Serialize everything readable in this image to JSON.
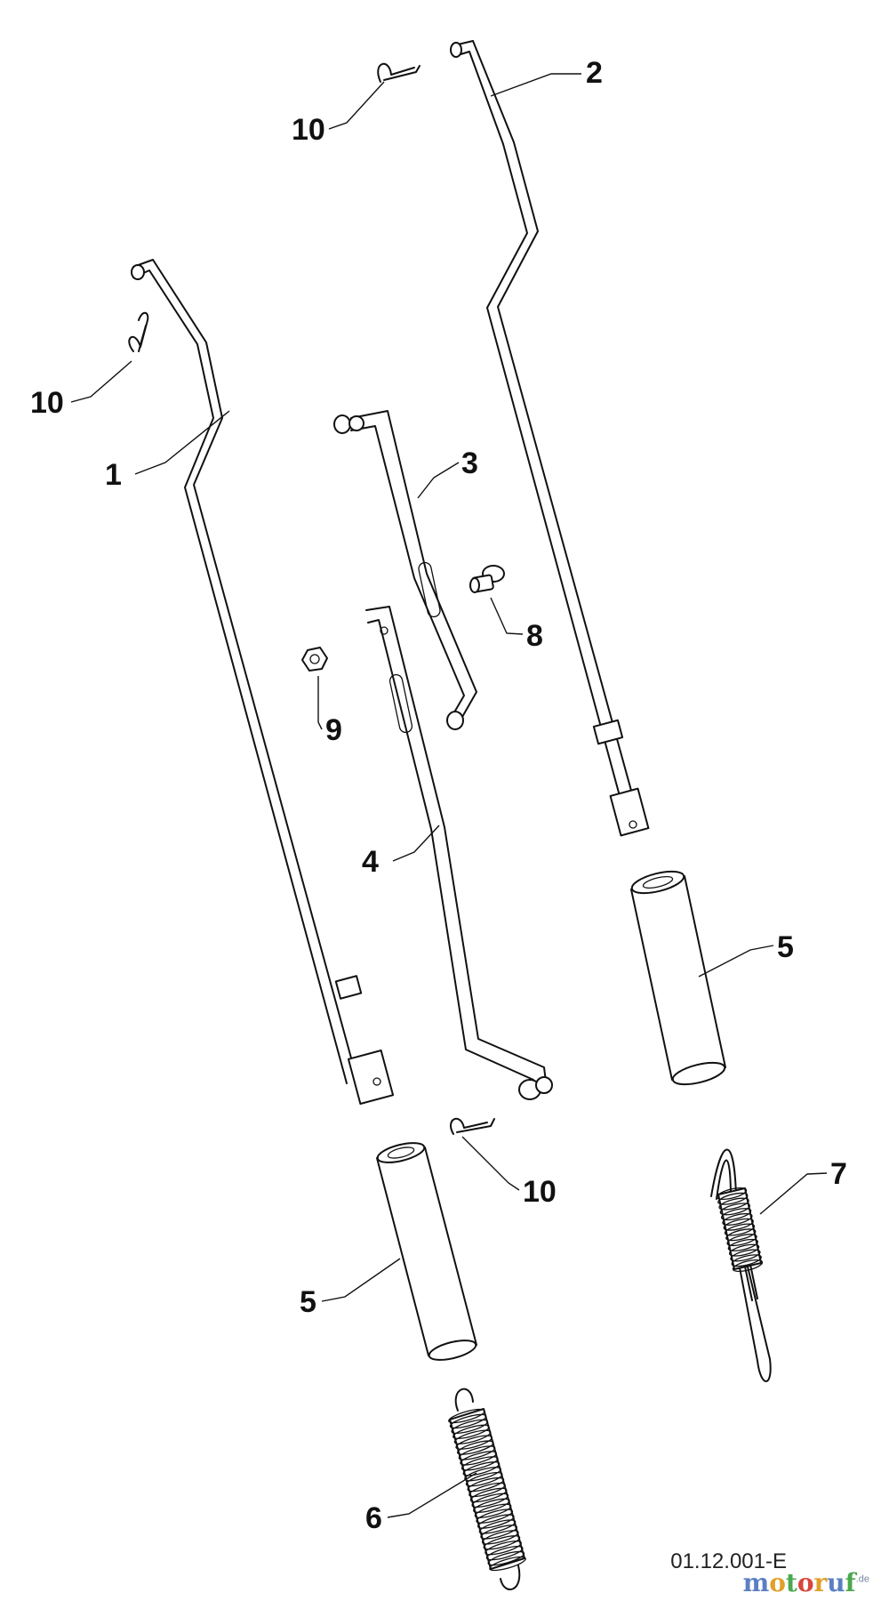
{
  "callouts": [
    {
      "id": "c1",
      "label": "1"
    },
    {
      "id": "c2",
      "label": "2"
    },
    {
      "id": "c3",
      "label": "3"
    },
    {
      "id": "c4",
      "label": "4"
    },
    {
      "id": "c5a",
      "label": "5"
    },
    {
      "id": "c5b",
      "label": "5"
    },
    {
      "id": "c6",
      "label": "6"
    },
    {
      "id": "c7",
      "label": "7"
    },
    {
      "id": "c8",
      "label": "8"
    },
    {
      "id": "c9",
      "label": "9"
    },
    {
      "id": "c10a",
      "label": "10"
    },
    {
      "id": "c10b",
      "label": "10"
    },
    {
      "id": "c10c",
      "label": "10"
    }
  ],
  "drawing_code": "01.12.001-E",
  "watermark": {
    "text": "motoruf",
    "suffix": ".de",
    "letter_colors": [
      "#5a7fc4",
      "#e0a02a",
      "#4aa84e",
      "#d8463c",
      "#e0a02a",
      "#5a7fc4",
      "#4aa84e"
    ]
  }
}
